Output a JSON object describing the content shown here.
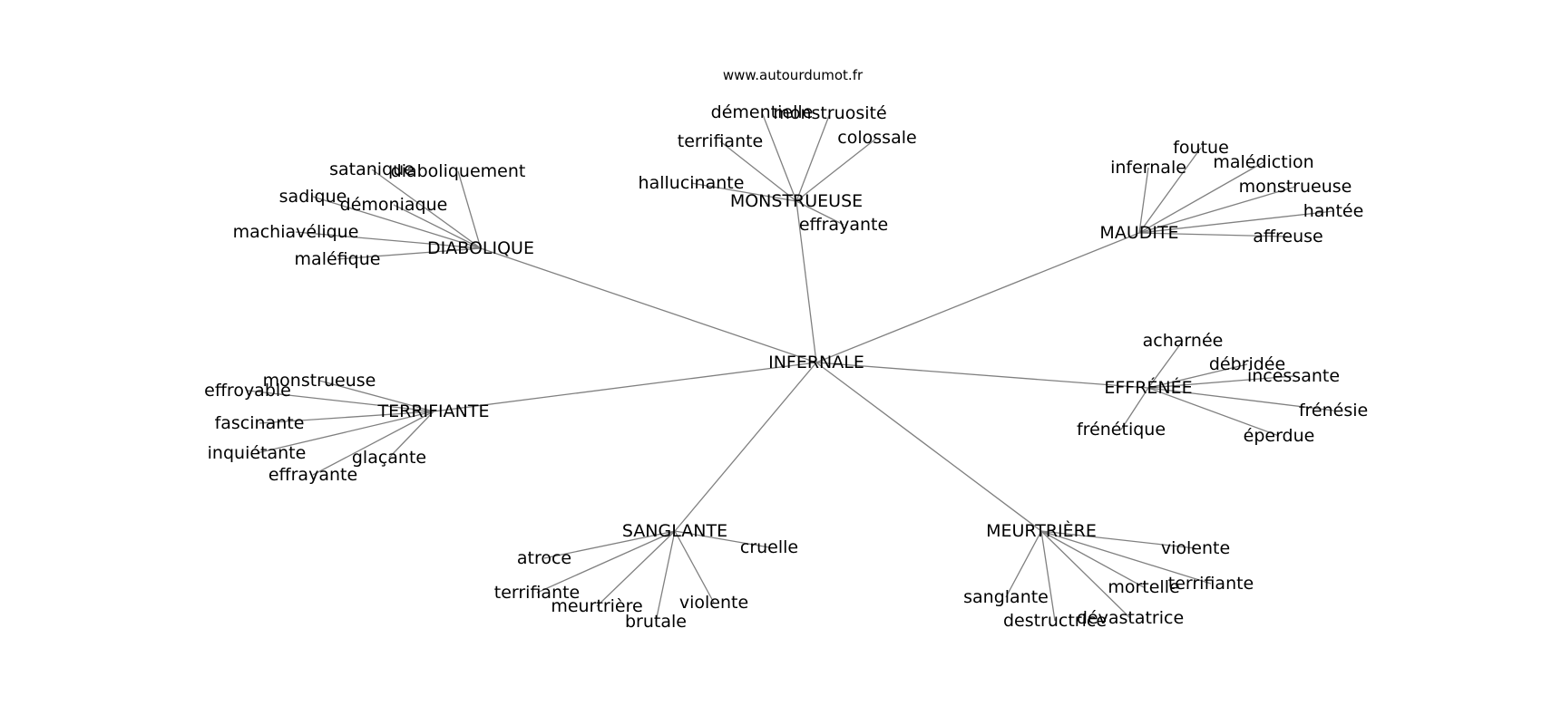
{
  "source": "www.autourdumot.fr",
  "graph": {
    "center": "INFERNALE",
    "groups": [
      {
        "label": "MONSTRUEUSE",
        "words": [
          "démentielle",
          "monstruosité",
          "terrifiante",
          "colossale",
          "hallucinante",
          "effrayante"
        ]
      },
      {
        "label": "DIABOLIQUE",
        "words": [
          "satanique",
          "diaboliquement",
          "sadique",
          "démoniaque",
          "machiavélique",
          "maléfique"
        ]
      },
      {
        "label": "MAUDITE",
        "words": [
          "foutue",
          "infernale",
          "malédiction",
          "monstrueuse",
          "hantée",
          "affreuse"
        ]
      },
      {
        "label": "EFFRÉNÉE",
        "words": [
          "acharnée",
          "débridée",
          "incessante",
          "frénésie",
          "frénétique",
          "éperdue"
        ]
      },
      {
        "label": "TERRIFIANTE",
        "words": [
          "monstrueuse",
          "effroyable",
          "fascinante",
          "inquiétante",
          "glaçante",
          "effrayante"
        ]
      },
      {
        "label": "SANGLANTE",
        "words": [
          "cruelle",
          "atroce",
          "terrifiante",
          "meurtrière",
          "violente",
          "brutale"
        ]
      },
      {
        "label": "MEURTRIÈRE",
        "words": [
          "violente",
          "terrifiante",
          "mortelle",
          "sanglante",
          "destructrice",
          "dévastatrice"
        ]
      }
    ]
  }
}
